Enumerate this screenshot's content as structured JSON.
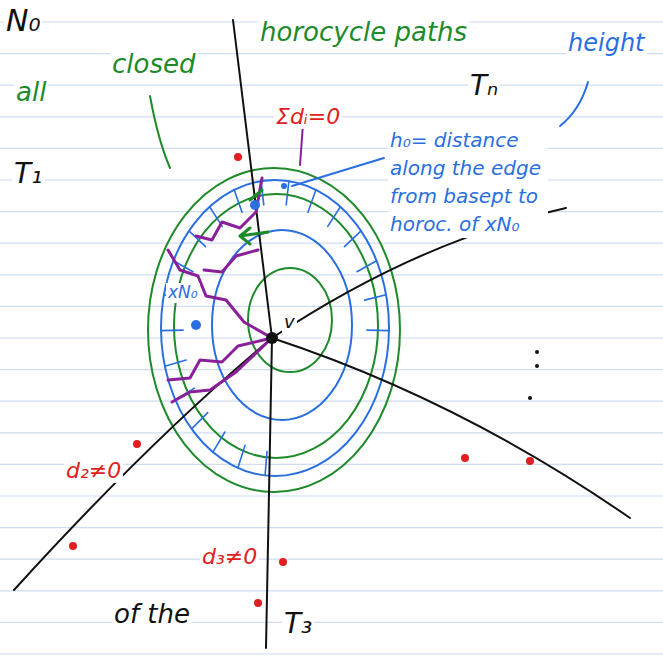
{
  "diagram": {
    "labels": [
      "N₀",
      "all",
      "closed",
      "horocycle paths",
      "height",
      "Tₙ",
      "T₁",
      "Σdᵢ=0",
      "h₀= distance along the edge from basept to horoc. of xN₀",
      "xN₀",
      "v",
      "d₂≠0",
      "d₃≠0",
      "of the",
      "T₃"
    ]
  }
}
